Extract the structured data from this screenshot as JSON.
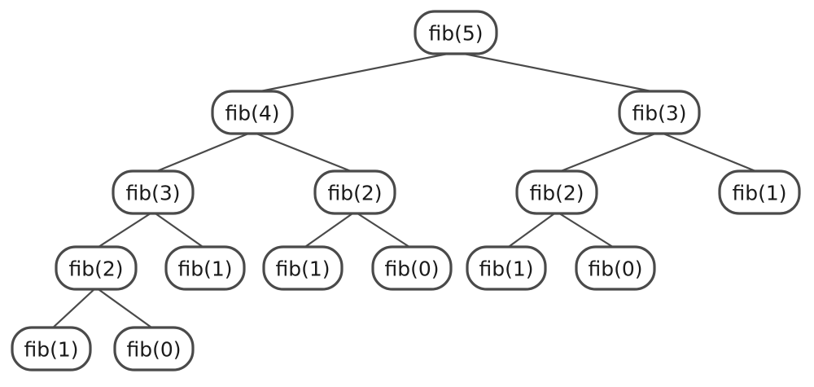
{
  "diagram": {
    "type": "tree",
    "colors": {
      "stroke": "#4a4a4a",
      "text": "#1a1a1a",
      "background": "#ffffff"
    },
    "nodes": [
      {
        "id": "n5",
        "label": "fib(5)"
      },
      {
        "id": "n4",
        "label": "fib(4)"
      },
      {
        "id": "n3r",
        "label": "fib(3)"
      },
      {
        "id": "n3l",
        "label": "fib(3)"
      },
      {
        "id": "n2a",
        "label": "fib(2)"
      },
      {
        "id": "n2r",
        "label": "fib(2)"
      },
      {
        "id": "n1r",
        "label": "fib(1)"
      },
      {
        "id": "n2b",
        "label": "fib(2)"
      },
      {
        "id": "n1a",
        "label": "fib(1)"
      },
      {
        "id": "n1b",
        "label": "fib(1)"
      },
      {
        "id": "n0a",
        "label": "fib(0)"
      },
      {
        "id": "n1c",
        "label": "fib(1)"
      },
      {
        "id": "n0b",
        "label": "fib(0)"
      },
      {
        "id": "n1d",
        "label": "fib(1)"
      },
      {
        "id": "n0c",
        "label": "fib(0)"
      }
    ],
    "edges": [
      [
        "n5",
        "n4"
      ],
      [
        "n5",
        "n3r"
      ],
      [
        "n4",
        "n3l"
      ],
      [
        "n4",
        "n2a"
      ],
      [
        "n3r",
        "n2r"
      ],
      [
        "n3r",
        "n1r"
      ],
      [
        "n3l",
        "n2b"
      ],
      [
        "n3l",
        "n1a"
      ],
      [
        "n2a",
        "n1b"
      ],
      [
        "n2a",
        "n0a"
      ],
      [
        "n2r",
        "n1c"
      ],
      [
        "n2r",
        "n0b"
      ],
      [
        "n2b",
        "n1d"
      ],
      [
        "n2b",
        "n0c"
      ]
    ]
  }
}
